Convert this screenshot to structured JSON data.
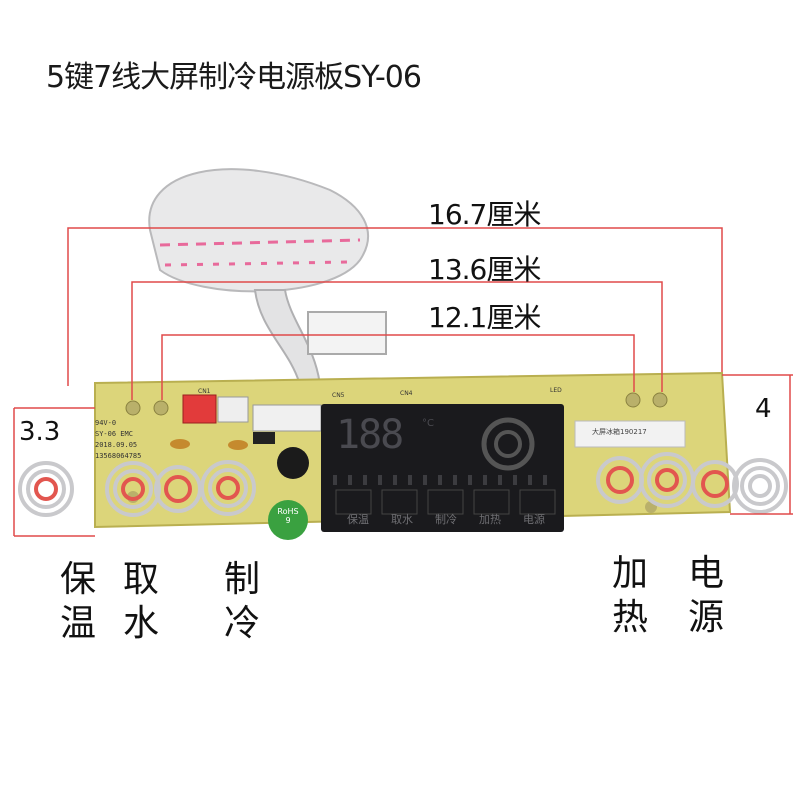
{
  "title": "5键7线大屏制冷电源板SY-06",
  "measurements": {
    "outer": "16.7厘米",
    "middle": "13.6厘米",
    "inner": "12.1厘米",
    "left_height": "3.3",
    "right_height": "4"
  },
  "board": {
    "model_lines": [
      "94V-0",
      "SY-06 EMC",
      "2018.09.05",
      "13568064785"
    ],
    "rohs_badge": [
      "RoHS",
      "9"
    ],
    "display_digits": "188",
    "display_unit": "°C",
    "display_buttons": [
      "保温",
      "取水",
      "制冷",
      "加热",
      "电源"
    ],
    "sticker_text": "大屏冰箱190217",
    "connector_labels": [
      "CN1",
      "CN5",
      "CN4",
      "LED"
    ]
  },
  "button_labels": {
    "keep_warm": [
      "保",
      "温"
    ],
    "take_water": [
      "取",
      "水"
    ],
    "cooling": [
      "制",
      "冷"
    ],
    "heating": [
      "加",
      "热"
    ],
    "power": [
      "电",
      "源"
    ]
  },
  "colors": {
    "board": "#dcd57a",
    "display": "#1a1a1d",
    "measure_line": "#e04a4a",
    "rohs": "#3aa140"
  }
}
